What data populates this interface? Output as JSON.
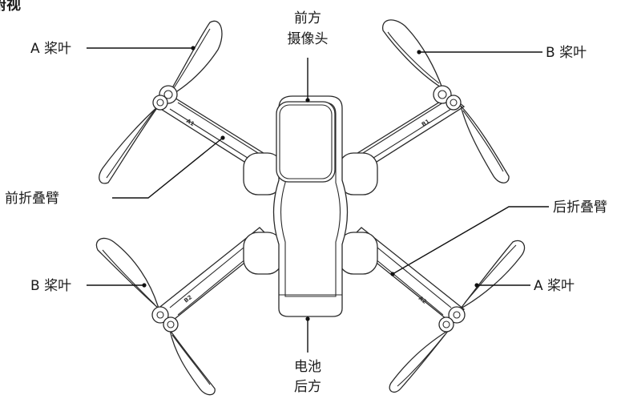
{
  "title": "俯视",
  "labels": {
    "front_camera_line1": "前方",
    "front_camera_line2": "摄像头",
    "prop_a_top_left": "A 桨叶",
    "prop_b_top_right": "B 桨叶",
    "front_arm": "前折叠臂",
    "rear_arm": "后折叠臂",
    "prop_b_bottom_left": "B 桨叶",
    "prop_a_bottom_right": "A 桨叶",
    "battery_line1": "电池",
    "battery_line2": "后方"
  },
  "arm_marks": {
    "front_left": "A1",
    "front_right": "B1",
    "rear_left": "B2",
    "rear_right": "A2"
  }
}
